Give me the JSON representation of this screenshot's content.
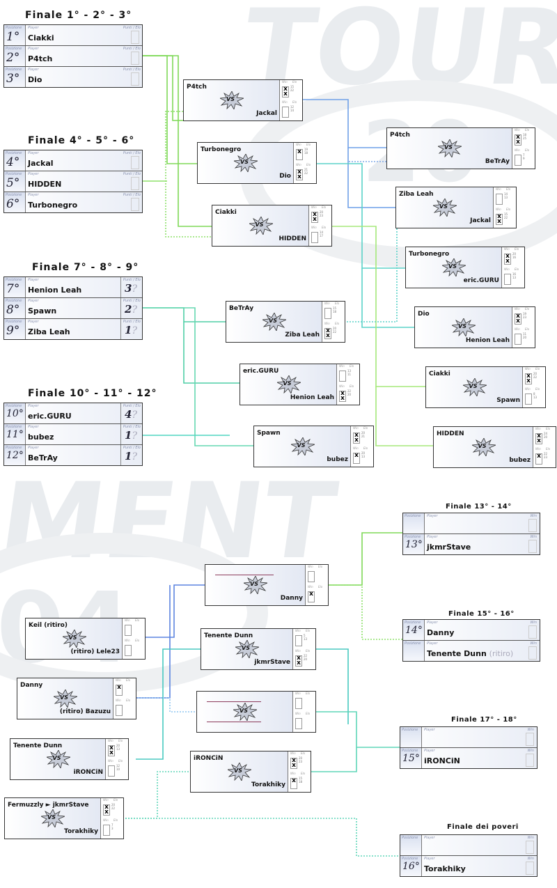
{
  "labels": {
    "posizione": "Posizione",
    "player": "Player",
    "punti": "Punti / Elo",
    "win": "Win",
    "elo": "Elo",
    "vs": "VS",
    "slash": "/"
  },
  "final_titles": [
    "Finale 1° - 2° - 3°",
    "Finale 4° - 5° - 6°",
    "Finale 7° - 8° - 9°",
    "Finale 10° - 11° - 12°",
    "Finale 13° - 14°",
    "Finale 15° - 16°",
    "Finale 17° - 18°",
    "Finale dei poveri"
  ],
  "standings": [
    {
      "rows": [
        {
          "pos": "1°",
          "name": "Ciakki",
          "pts": ""
        },
        {
          "pos": "2°",
          "name": "P4tch",
          "pts": ""
        },
        {
          "pos": "3°",
          "name": "Dio",
          "pts": ""
        }
      ]
    },
    {
      "rows": [
        {
          "pos": "4°",
          "name": "Jackal",
          "pts": ""
        },
        {
          "pos": "5°",
          "name": "HIDDEN",
          "pts": ""
        },
        {
          "pos": "6°",
          "name": "Turbonegro",
          "pts": ""
        }
      ]
    },
    {
      "rows": [
        {
          "pos": "7°",
          "name": "Henion Leah",
          "pts": "3"
        },
        {
          "pos": "8°",
          "name": "Spawn",
          "pts": "2"
        },
        {
          "pos": "9°",
          "name": "Ziba Leah",
          "pts": "1"
        }
      ]
    },
    {
      "rows": [
        {
          "pos": "10°",
          "name": "eric.GURU",
          "pts": "4"
        },
        {
          "pos": "11°",
          "name": "bubez",
          "pts": "1"
        },
        {
          "pos": "12°",
          "name": "BeTrAy",
          "pts": "1"
        }
      ]
    }
  ],
  "standings_q": "?",
  "small_finals": [
    {
      "rows": [
        {
          "pos": "",
          "name": ""
        },
        {
          "pos": "13°",
          "name": "jkmrStave"
        }
      ]
    },
    {
      "rows": [
        {
          "pos": "14°",
          "name": "Danny",
          "tag": ""
        },
        {
          "pos": "",
          "name": "Tenente Dunn",
          "tag": "(ritiro)"
        }
      ]
    },
    {
      "rows": [
        {
          "pos": "",
          "name": ""
        },
        {
          "pos": "15°",
          "name": "iRONCiN"
        }
      ]
    },
    {
      "rows": [
        {
          "pos": "",
          "name": ""
        },
        {
          "pos": "16°",
          "name": "Torakhiky"
        }
      ]
    }
  ],
  "matches": [
    {
      "p1": "P4tch",
      "p2": "Jackal",
      "x1": "x x",
      "x2": "",
      "n1": [
        "15",
        "22"
      ],
      "n2": [
        "12",
        "14"
      ]
    },
    {
      "p1": "P4tch",
      "p2": "BeTrAy",
      "x1": "x x",
      "x2": "",
      "n1": [
        "18",
        "25"
      ],
      "n2": [
        "7",
        "9"
      ]
    },
    {
      "p1": "Turbonegro",
      "p2": "Dio",
      "x1": "x",
      "x2": "x x",
      "n1": [
        "19",
        "18"
      ],
      "n2": [
        "21",
        "22"
      ]
    },
    {
      "p1": "Ziba Leah",
      "p2": "Jackal",
      "x1": "",
      "x2": "x x",
      "n1": [
        "14",
        "13"
      ],
      "n2": [
        "15",
        "22"
      ]
    },
    {
      "p1": "Ciakki",
      "p2": "HIDDEN",
      "x1": "x x",
      "x2": "",
      "n1": [
        "20",
        "23"
      ],
      "n2": [
        "14",
        "17"
      ]
    },
    {
      "p1": "Turbonegro",
      "p2": "eric.GURU",
      "x1": "x x",
      "x2": "",
      "n1": [
        "20",
        "16"
      ],
      "n2": [
        "16",
        "13"
      ]
    },
    {
      "p1": "BeTrAy",
      "p2": "Ziba Leah",
      "x1": "",
      "x2": "x x",
      "n1": [
        "15",
        "18"
      ],
      "n2": [
        "20",
        "22"
      ]
    },
    {
      "p1": "Dio",
      "p2": "Henion Leah",
      "x1": "x x",
      "x2": "",
      "n1": [
        "19",
        "23"
      ],
      "n2": [
        "11",
        "20"
      ]
    },
    {
      "p1": "eric.GURU",
      "p2": "Henion Leah",
      "x1": "",
      "x2": "x x",
      "n1": [
        "13",
        "11"
      ],
      "n2": [
        "22",
        "20"
      ]
    },
    {
      "p1": "Ciakki",
      "p2": "Spawn",
      "x1": "x x",
      "x2": "",
      "n1": [
        "20",
        "22"
      ],
      "n2": [
        "8",
        "13"
      ]
    },
    {
      "p1": "Spawn",
      "p2": "bubez",
      "x1": "x x",
      "x2": "x",
      "n1": [
        "20",
        "21"
      ],
      "n2": [
        "20",
        "13"
      ]
    },
    {
      "p1": "HIDDEN",
      "p2": "bubez",
      "x1": "x x",
      "x2": "x",
      "n1": [
        "24",
        "20"
      ],
      "n2": [
        "22",
        "23"
      ]
    },
    {
      "p1": "",
      "p2": "Danny",
      "x1": "",
      "x2": "x",
      "n1": [],
      "n2": []
    },
    {
      "p1": "Keil (ritiro)",
      "p2": "(ritiro) Lele23",
      "x1": "",
      "x2": "",
      "n1": [],
      "n2": []
    },
    {
      "p1": "Tenente Dunn",
      "p2": "jkmrStave",
      "x1": "",
      "x2": "x x",
      "n1": [
        "5",
        "13"
      ],
      "n2": [
        "22",
        "20"
      ]
    },
    {
      "p1": "Danny",
      "p2": "(ritiro) Bazuzu",
      "x1": "x",
      "x2": "",
      "n1": [],
      "n2": []
    },
    {
      "p1": "",
      "p2": "",
      "x1": "",
      "x2": "",
      "n1": [],
      "n2": []
    },
    {
      "p1": "Tenente Dunn",
      "p2": "iRONCiN",
      "x1": "x x",
      "x2": "",
      "n1": [
        "20",
        "13"
      ],
      "n2": [
        "12",
        "10"
      ]
    },
    {
      "p1": "iRONCiN",
      "p2": "Torakhiky",
      "x1": "x x",
      "x2": "x",
      "n1": [
        "20",
        "23"
      ],
      "n2": [
        "15",
        "18"
      ]
    },
    {
      "p1": "Fermuzzly ► jkmrStave",
      "p2": "Torakhiky",
      "x1": "x x",
      "x2": "",
      "n1": [
        "20",
        "22"
      ],
      "n2": [
        "7",
        "3"
      ]
    }
  ]
}
